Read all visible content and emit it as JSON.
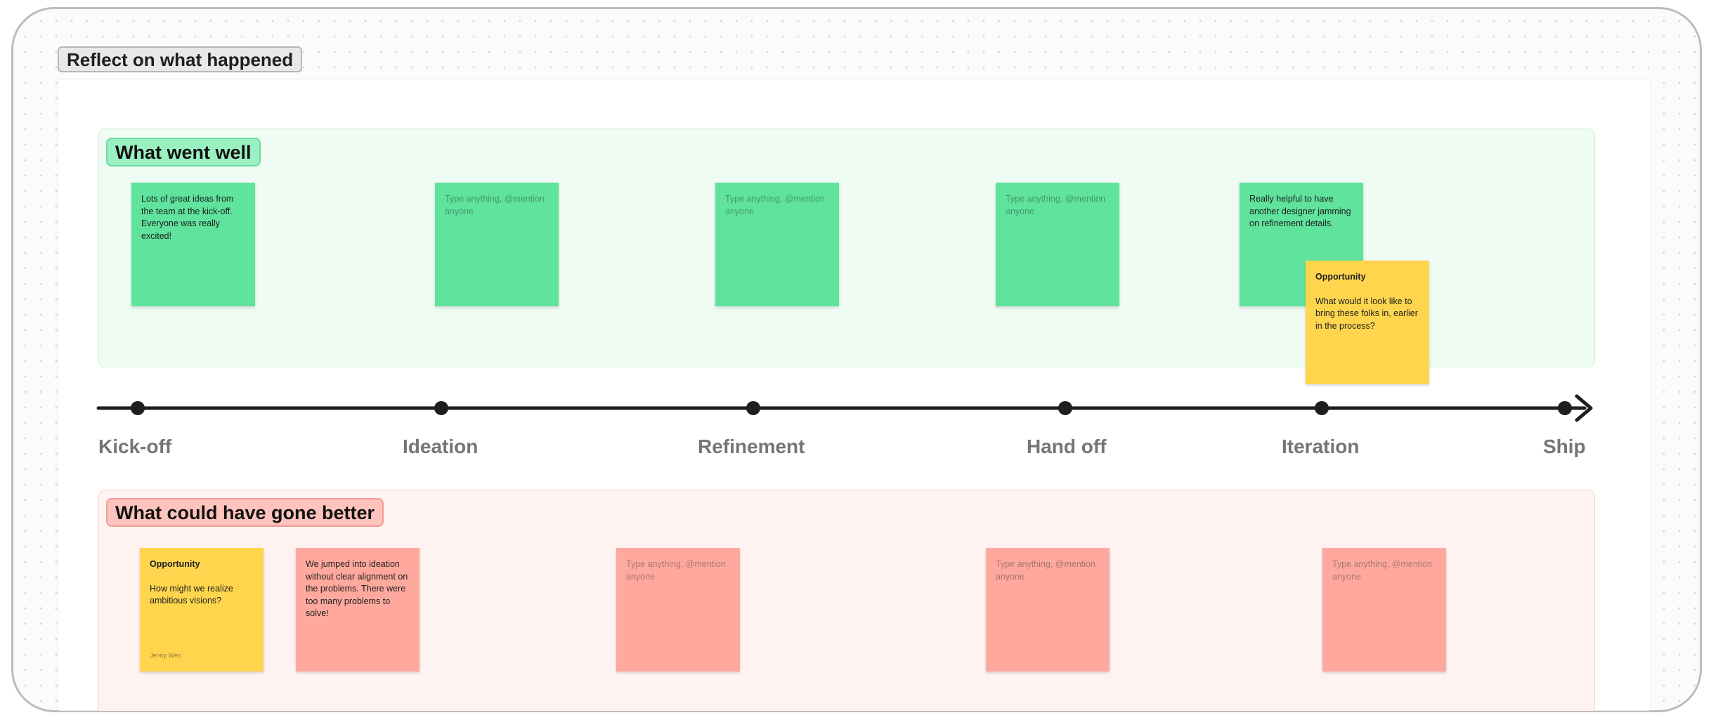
{
  "section_title": "Reflect on what happened",
  "went_well": {
    "label": "What went well",
    "stickies": [
      {
        "text": "Lots of great ideas from the team at the kick-off. Everyone was really excited!"
      },
      {
        "placeholder": "Type anything, @mention anyone"
      },
      {
        "placeholder": "Type anything, @mention anyone"
      },
      {
        "placeholder": "Type anything, @mention anyone"
      },
      {
        "text": "Really helpful to have another designer jamming on refinement details."
      }
    ],
    "opportunity": {
      "title": "Opportunity",
      "text": "What would it look like to bring these folks in, earlier in the process?"
    }
  },
  "timeline": {
    "stages": [
      "Kick-off",
      "Ideation",
      "Refinement",
      "Hand off",
      "Iteration",
      "Ship"
    ]
  },
  "could_be_better": {
    "label": "What could have gone better",
    "opportunity": {
      "title": "Opportunity",
      "text": "How might we realize ambitious visions?",
      "author": "Jenny Wen"
    },
    "stickies": [
      {
        "text": "We jumped into ideation without clear alignment on the problems. There were too many problems to solve!"
      },
      {
        "placeholder": "Type anything, @mention anyone"
      },
      {
        "placeholder": "Type anything, @mention anyone"
      },
      {
        "placeholder": "Type anything, @mention anyone"
      }
    ]
  },
  "colors": {
    "good_sticky": "#5fe39d",
    "bad_sticky": "#ffa99e",
    "opportunity_sticky": "#ffd54e",
    "timeline": "#1e1e1e"
  }
}
